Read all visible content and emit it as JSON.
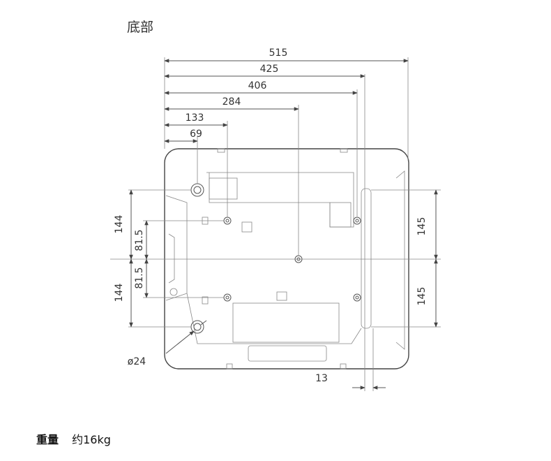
{
  "title": "底部",
  "dimensions": {
    "d515": "515",
    "d425": "425",
    "d406": "406",
    "d284": "284",
    "d133": "133",
    "d69": "69",
    "d144_top": "144",
    "d815_top": "81.5",
    "d815_bottom": "81.5",
    "d144_bottom": "144",
    "d145_top": "145",
    "d145_bottom": "145",
    "d13": "13",
    "hole": "ø24"
  },
  "footer": {
    "weight_label": "重量",
    "weight_value": "约16kg"
  }
}
